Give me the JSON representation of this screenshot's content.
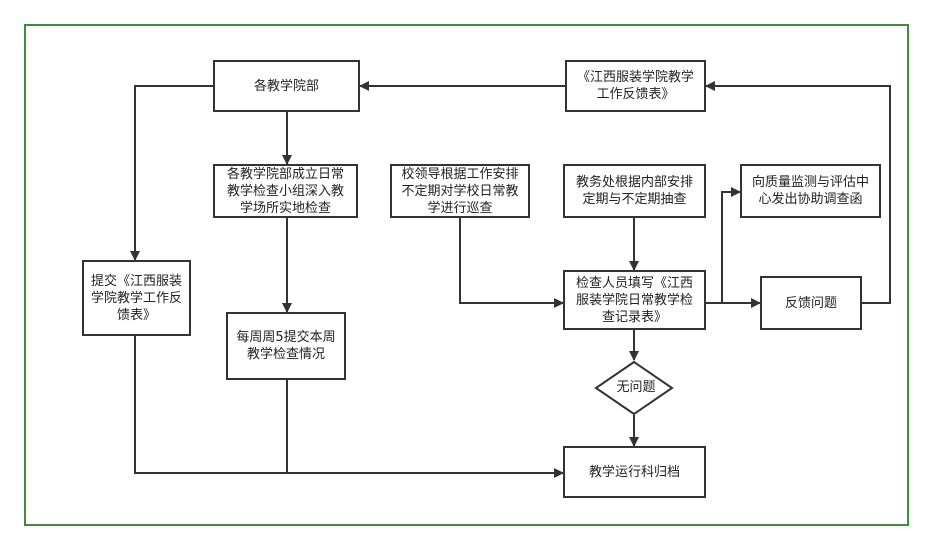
{
  "side_label": [
    "每",
    "周"
  ],
  "nodes": {
    "departments": "各教学院部",
    "feedback_form": "《江西服装学院教学工作反馈表》",
    "dept_group": "各教学院部成立日常教学检查小组深入教学场所实地检查",
    "leader_patrol": "校领导根据工作安排不定期对学校日常教学进行巡查",
    "academic_check": "教务处根据内部安排定期与不定期抽查",
    "quality_center": "向质量监测与评估中心发出协助调查函",
    "submit_feedback": "提交《江西服装学院教学工作反馈表》",
    "weekly_submit": "每周周5提交本周教学检查情况",
    "fill_record": "检查人员填写《江西服装学院日常教学检查记录表》",
    "feedback_issue": "反馈问题",
    "no_issue": "无问题",
    "archive": "教学运行科归档"
  },
  "colors": {
    "accent": "#3f8f3a",
    "line": "#333333"
  }
}
